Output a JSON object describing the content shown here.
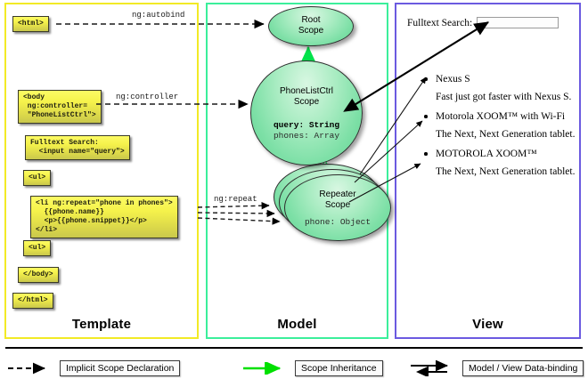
{
  "diagram": {
    "title": "AngularJS Template / Model / View scope diagram"
  },
  "panels": {
    "template": {
      "title": "Template",
      "border_color": "#F2EA26",
      "code_boxes": [
        {
          "name": "html-open-tag",
          "text": "<html>"
        },
        {
          "name": "body-controller",
          "text": "<body\n ng:controller=\n \"PhoneListCtrl\">"
        },
        {
          "name": "fulltext-search",
          "text": "Fulltext Search:\n  <input name=\"query\">"
        },
        {
          "name": "ul-open-tag",
          "text": "<ul>"
        },
        {
          "name": "li-ng-repeat",
          "text": "<li ng:repeat=\"phone in phones\">\n  {{phone.name}}\n  <p>{{phone.snippet}}</p>\n</li>"
        },
        {
          "name": "ul-close-tag",
          "text": "<ul>"
        },
        {
          "name": "body-close-tag",
          "text": "</body>"
        },
        {
          "name": "html-close-tag",
          "text": "</html>"
        }
      ]
    },
    "model": {
      "title": "Model",
      "border_color": "#3BEF9B",
      "scopes": [
        {
          "name": "root-scope",
          "title_lines": [
            "Root",
            "Scope"
          ],
          "properties": []
        },
        {
          "name": "phonelistctrl-scope",
          "title_lines": [
            "PhoneListCtrl",
            "Scope"
          ],
          "properties": [
            {
              "text": "query: String",
              "bold": true
            },
            {
              "text": "phones: Array",
              "bold": false
            }
          ]
        },
        {
          "name": "repeater-scope",
          "title_lines": [
            "Repeater",
            "Scope"
          ],
          "properties": [
            {
              "text": "phone: Object",
              "bold": false
            }
          ]
        }
      ]
    },
    "view": {
      "title": "View",
      "border_color": "#6B5AE0",
      "search": {
        "label": "Fulltext Search:",
        "value": "",
        "placeholder": ""
      },
      "items": [
        {
          "name": "Nexus S",
          "snippet": "Fast just got faster with Nexus S."
        },
        {
          "name": "Motorola XOOM™  with Wi-Fi",
          "snippet": "The Next, Next Generation tablet."
        },
        {
          "name": "MOTOROLA XOOM™",
          "snippet": "The Next, Next Generation tablet."
        }
      ]
    }
  },
  "edge_labels": {
    "autobind": "ng:autobind",
    "controller": "ng:controller",
    "repeat": "ng:repeat"
  },
  "legend": {
    "items": [
      {
        "name": "implicit-scope-declaration",
        "label": "Implicit Scope Declaration",
        "glyph": "dashed-arrow",
        "color": "#000000"
      },
      {
        "name": "scope-inheritance",
        "label": "Scope Inheritance",
        "glyph": "green-arrow",
        "color": "#00E000"
      },
      {
        "name": "model-view-data-binding",
        "label": "Model / View Data-binding",
        "glyph": "double-arrow",
        "color": "#000000"
      }
    ]
  }
}
